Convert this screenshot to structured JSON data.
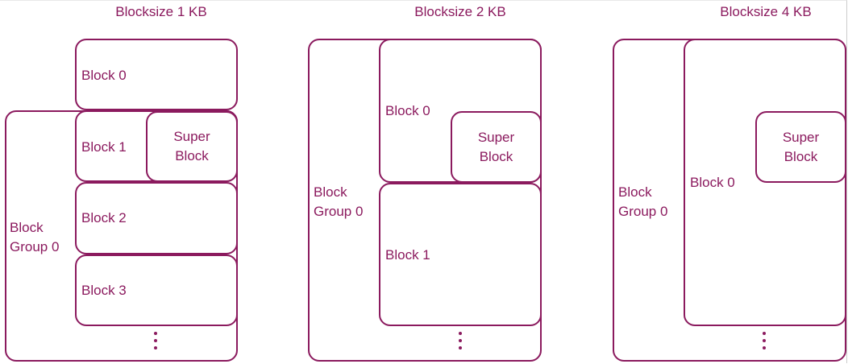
{
  "columns": [
    {
      "title": "Blocksize 1 KB",
      "group_label": [
        "Block",
        "Group 0"
      ],
      "blocks": [
        "Block 0",
        "Block 1",
        "Block 2",
        "Block 3"
      ],
      "super_block": [
        "Super",
        "Block"
      ]
    },
    {
      "title": "Blocksize 2 KB",
      "group_label": [
        "Block",
        "Group 0"
      ],
      "blocks": [
        "Block 0",
        "Block 1"
      ],
      "super_block": [
        "Super",
        "Block"
      ]
    },
    {
      "title": "Blocksize 4 KB",
      "group_label": [
        "Block",
        "Group 0"
      ],
      "blocks": [
        "Block 0"
      ],
      "super_block": [
        "Super",
        "Block"
      ]
    }
  ],
  "colors": {
    "stroke": "#8b1a5e",
    "text": "#8b1a5e"
  }
}
